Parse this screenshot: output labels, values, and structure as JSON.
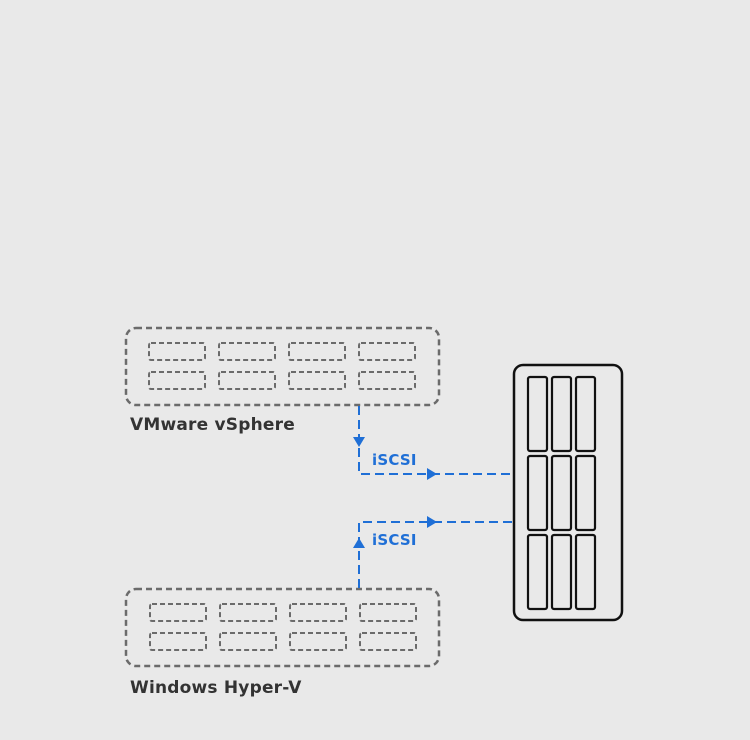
{
  "hosts": [
    {
      "label": "VMware vSphere"
    },
    {
      "label": "Windows Hyper-V"
    }
  ],
  "connections": [
    {
      "protocol": "iSCSI",
      "from": "VMware vSphere",
      "to": "storage-array"
    },
    {
      "protocol": "iSCSI",
      "from": "Windows Hyper-V",
      "to": "storage-array"
    }
  ],
  "colors": {
    "background": "#e9e9e9",
    "host_outline": "#6b6b6b",
    "link": "#1f6fd6",
    "storage_outline": "#111111"
  },
  "icons": {
    "host": "server-cluster-icon",
    "storage": "storage-array-icon"
  }
}
